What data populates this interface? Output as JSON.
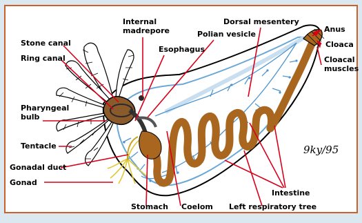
{
  "labels": {
    "internal_madrepore_1": "Internal",
    "internal_madrepore_2": "madrepore",
    "dorsal_mesentery": "Dorsal mesentery",
    "anus": "Anus",
    "polian_vesicle": "Polian vesicle",
    "cloaca": "Cloaca",
    "stone_canal": "Stone canal",
    "esophagus": "Esophagus",
    "cloacal_muscles_1": "Cloacal",
    "cloacal_muscles_2": "muscles",
    "ring_canal": "Ring canal",
    "pharyngeal_bulb_1": "Pharyngeal",
    "pharyngeal_bulb_2": "bulb",
    "tentacle": "Tentacle",
    "gonadal_duct": "Gonadal duct",
    "gonad": "Gonad",
    "intestine": "Intestine",
    "stomach": "Stomach",
    "coelom": "Coelom",
    "left_respiratory_tree": "Left respiratory tree"
  },
  "signature": "9ky/95",
  "colors": {
    "border": "#c8612c",
    "pointer": "#d8001a",
    "gut": "#a8661f",
    "respiratory_tree": "#4f95cf",
    "gonad": "#e0c832",
    "outer_background": "#dce8ef"
  }
}
